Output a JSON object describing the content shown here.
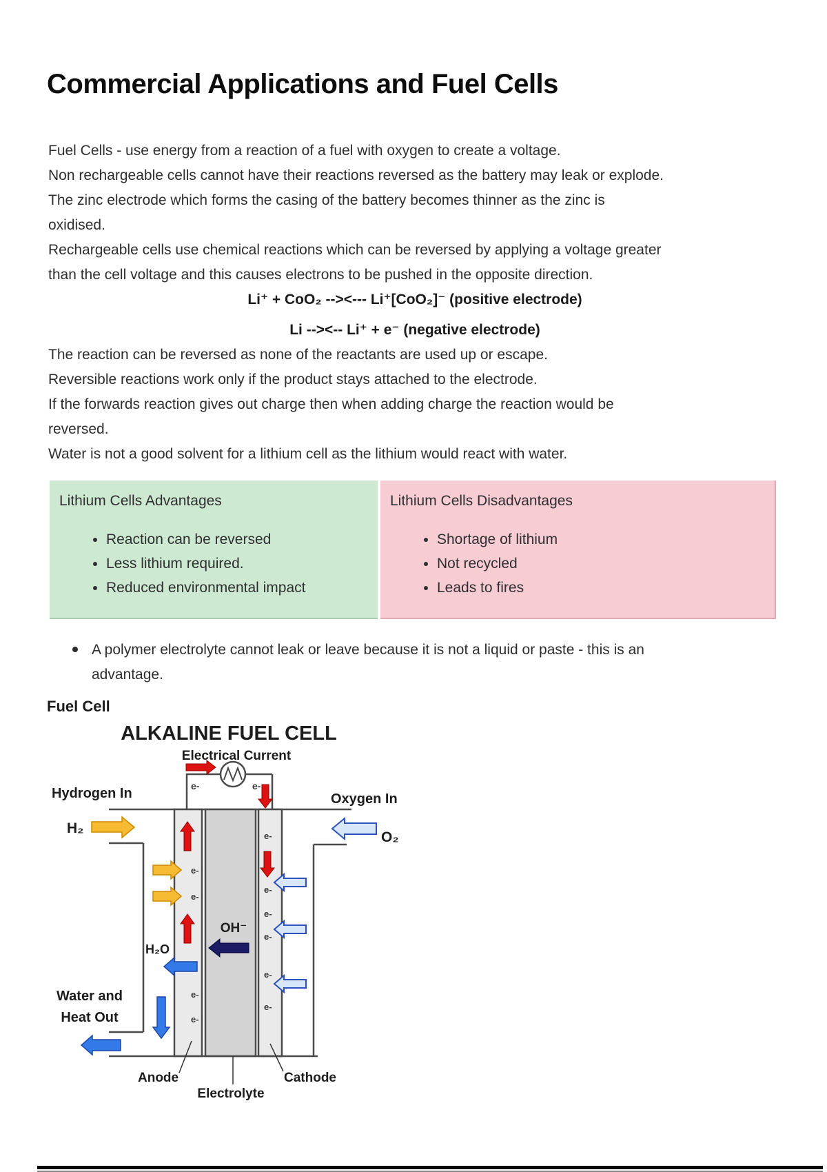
{
  "document": {
    "title": "Commercial Applications and Fuel Cells",
    "intro_lines": [
      "Fuel Cells - use energy from a reaction of a fuel with oxygen to create a voltage.",
      "Non rechargeable cells cannot have their reactions reversed as the battery may leak or explode.",
      "The zinc electrode which forms the casing of the battery becomes thinner as the zinc is",
      "oxidised.",
      "Rechargeable cells use chemical reactions which can be reversed by applying a voltage greater",
      "than the cell voltage and this causes electrons to be pushed in the opposite direction."
    ],
    "equation_positive": "Li⁺ + CoO₂ --><--- Li⁺[CoO₂]⁻ (positive electrode)",
    "equation_negative": "Li --><-- Li⁺ + e⁻ (negative electrode)",
    "after_lines": [
      "The reaction can be reversed as none of the reactants are used up or escape.",
      "Reversible reactions work only if the product stays attached to the electrode.",
      "If the forwards reaction gives out charge then when adding charge the reaction would be",
      "reversed.",
      "Water is not a good solvent for a lithium cell as the lithium would react with water."
    ],
    "note_lines": [
      "A polymer electrolyte cannot leak or leave because it is not a liquid or paste - this is an",
      "advantage."
    ]
  },
  "comparison_table": {
    "advantages": {
      "header": "Lithium Cells Advantages",
      "items": [
        "Reaction can be reversed",
        "Less lithium required.",
        "Reduced environmental impact"
      ],
      "bg_color": "#cde9d2"
    },
    "disadvantages": {
      "header": "Lithium Cells Disadvantages",
      "items": [
        "Shortage of lithium",
        "Not recycled",
        "Leads to fires"
      ],
      "bg_color": "#f8ccd3"
    }
  },
  "fuel_cell": {
    "section_heading": "Fuel Cell",
    "diagram_title": "ALKALINE FUEL CELL",
    "labels": {
      "electrical_current": "Electrical Current",
      "hydrogen_in": "Hydrogen In",
      "oxygen_in": "Oxygen In",
      "h2": "H₂",
      "o2": "O₂",
      "h2o": "H₂O",
      "oh": "OH⁻",
      "water_heat_1": "Water and",
      "water_heat_2": "Heat Out",
      "anode": "Anode",
      "electrolyte": "Electrolyte",
      "cathode": "Cathode",
      "electron": "e-"
    },
    "colors": {
      "hydrogen_arrow": "#f7bb33",
      "electron_flow_arrow": "#dd1212",
      "water_out_arrow": "#3379e8",
      "oxygen_arrow_fill": "#d7e6f9",
      "oxygen_arrow_stroke": "#2d4fc0",
      "hydroxide_arrow": "#1c1c66",
      "electrode_fill": "#eaeaea",
      "electrolyte_fill": "#d3d3d3"
    }
  }
}
